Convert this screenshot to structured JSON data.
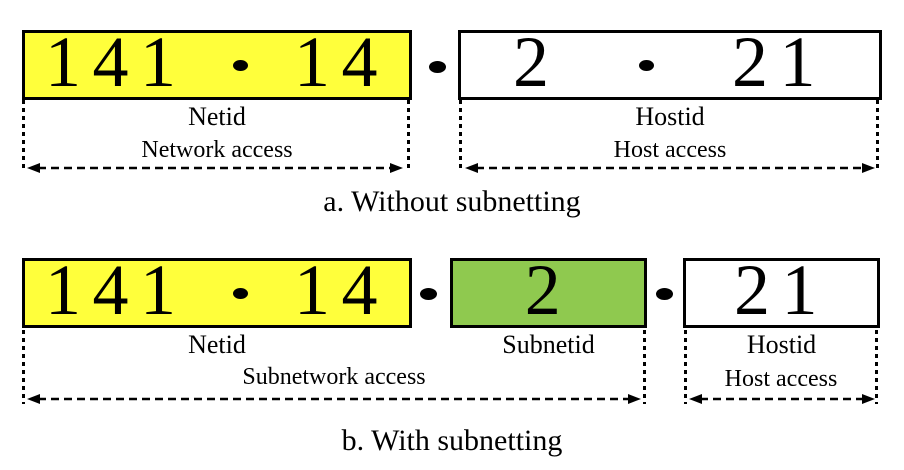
{
  "figure": {
    "colors": {
      "netid_bg": "#FFFF3B",
      "subnetid_bg": "#8FC94F",
      "hostid_bg": "#FFFFFF",
      "line": "#000000"
    },
    "separator_glyph": "dot",
    "sections": {
      "a": {
        "caption": "a. Without subnetting",
        "netid": {
          "value_left": "141",
          "value_right": "14",
          "label": "Netid",
          "access": "Network access"
        },
        "hostid": {
          "value_left": "2",
          "value_right": "21",
          "label": "Hostid",
          "access": "Host access"
        }
      },
      "b": {
        "caption": "b. With subnetting",
        "netid": {
          "value_left": "141",
          "value_right": "14",
          "label": "Netid"
        },
        "subnetid": {
          "value": "2",
          "label": "Subnetid"
        },
        "hostid": {
          "value": "21",
          "label": "Hostid"
        },
        "subnetwork_access": "Subnetwork access",
        "host_access": "Host access"
      }
    }
  }
}
